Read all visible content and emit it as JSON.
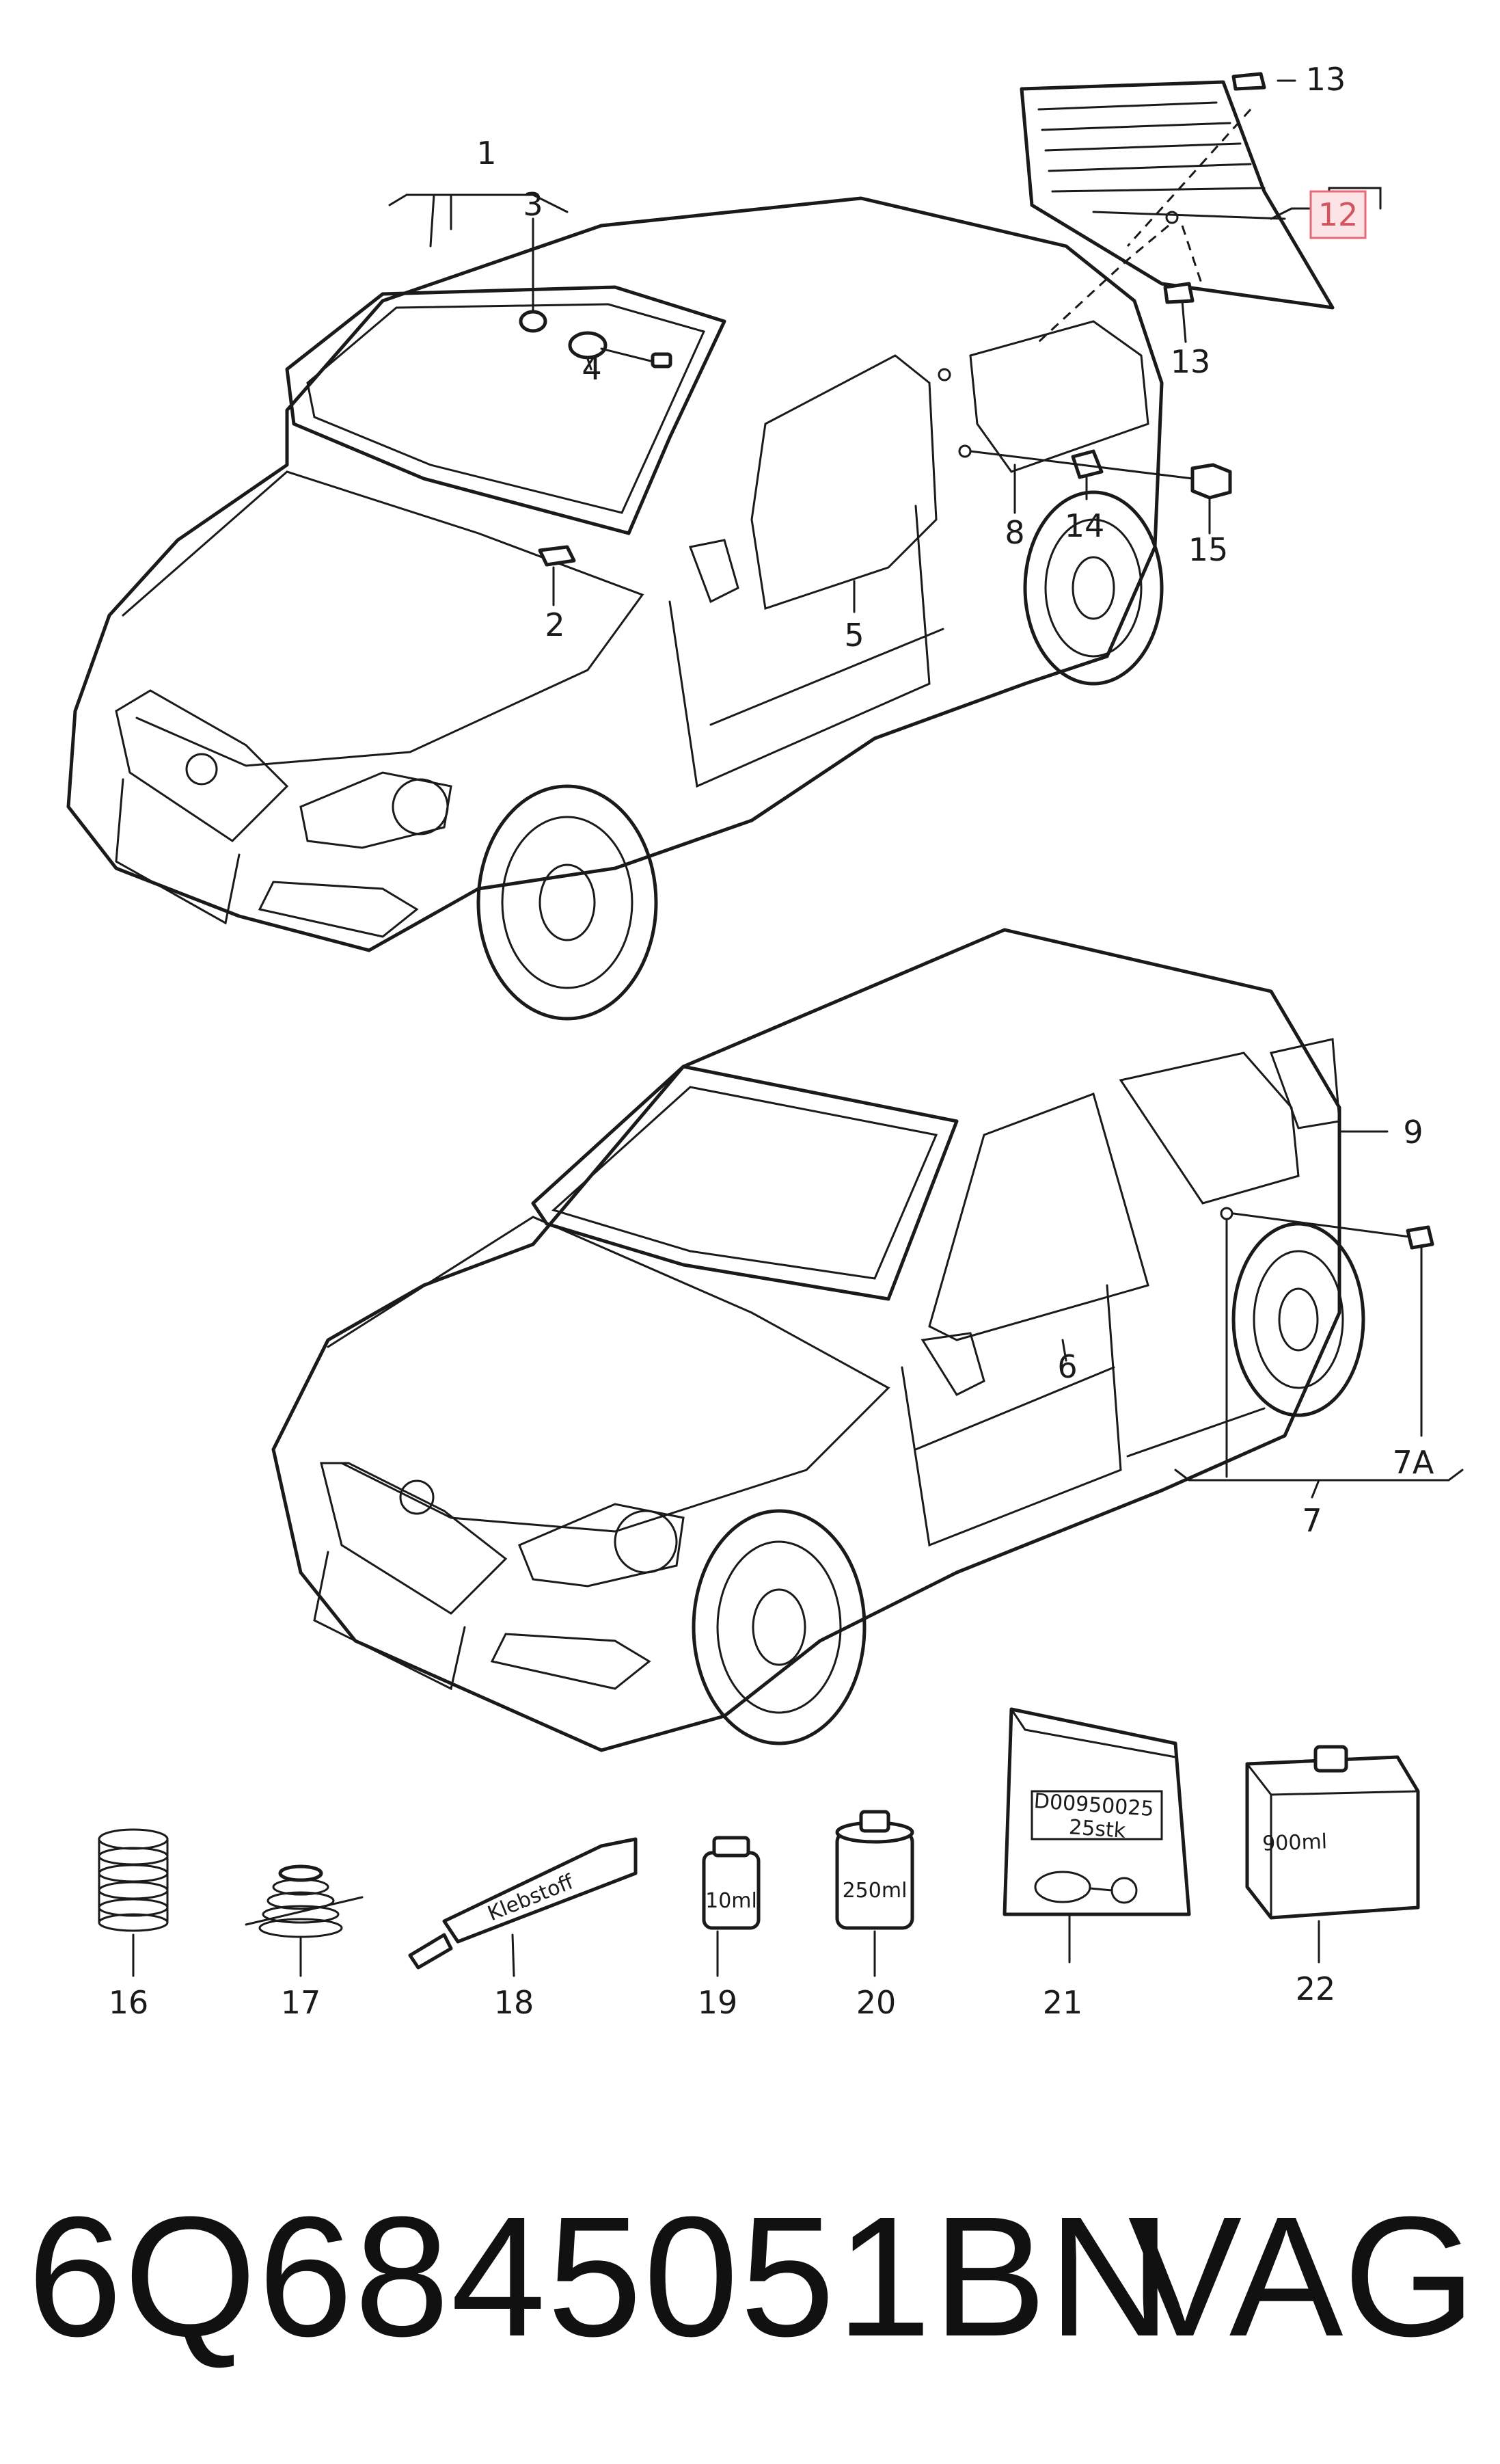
{
  "diagram": {
    "callouts": {
      "c1": "1",
      "c2": "2",
      "c3": "3",
      "c4": "4",
      "c5": "5",
      "c6": "6",
      "c7": "7",
      "c7a": "7A",
      "c8": "8",
      "c9": "9",
      "c12": "12",
      "c13a": "13",
      "c13b": "13",
      "c14": "14",
      "c15": "15",
      "c16": "16",
      "c17": "17",
      "c18": "18",
      "c19": "19",
      "c20": "20",
      "c21": "21",
      "c22": "22"
    },
    "product_labels": {
      "tube": "Klebstoff",
      "bottle_small": "10ml",
      "can_250": "250ml",
      "bag_line1": "D00950025",
      "bag_line2": "25stk",
      "canister": "900ml"
    },
    "highlight_color": "#e56a78"
  },
  "footer": {
    "part_number": "6Q6845051BN",
    "brand": "VAG"
  }
}
